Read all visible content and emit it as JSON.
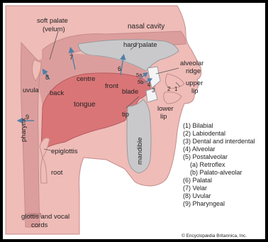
{
  "labels": {
    "soft_palate_line1": "soft palate",
    "soft_palate_line2": "(velum)",
    "nasal_cavity": "nasal cavity",
    "hard_palate": "hard palate",
    "alveolar_ridge_line1": "alveolar",
    "alveolar_ridge_line2": "ridge",
    "upper_lip_line1": "upper",
    "upper_lip_line2": "lip",
    "lower_lip_line1": "lower",
    "lower_lip_line2": "lip",
    "uvula": "uvula",
    "back": "back",
    "centre": "centre",
    "front": "front",
    "blade": "blade",
    "tongue": "tongue",
    "tip": "tip",
    "pharynx": "pharynx",
    "epiglottis": "epiglottis",
    "root": "root",
    "mandible": "mandible",
    "glottis_line1": "glottis and vocal",
    "glottis_line2": "cords",
    "copyright": "© Encyclopædia Britannica, Inc."
  },
  "numbers": {
    "n1": "1",
    "n2": "2",
    "n3": "3",
    "n4": "4",
    "n5a": "5a",
    "n5b": "5b",
    "n6": "6",
    "n7": "7",
    "n8": "8",
    "n9": "9"
  },
  "legend": [
    "(1) Bilabial",
    "(2) Labiodental",
    "(3) Dental and interdental",
    "(4) Alveolar",
    "(5) Postalveolar",
    "(a) Retroflex",
    "(b) Palato-alveolar",
    "(6) Palatal",
    "(7) Velar",
    "(8) Uvular",
    "(9) Pharyngeal"
  ],
  "colors": {
    "flesh": "#efbcb8",
    "cavity": "#dc9e9c",
    "tongue": "#d97577",
    "bone": "#c9c9cb",
    "outline": "#c58c8c",
    "arrow": "#4f7fa8"
  }
}
